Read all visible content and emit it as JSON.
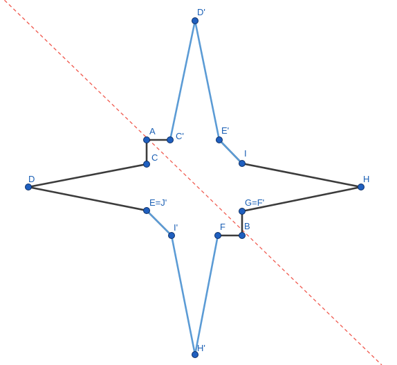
{
  "colors": {
    "mirror_line": "#f05a4f",
    "original_polygon": "#3c3c3c",
    "image_polygon": "#5b9bd5",
    "point_fill": "#1f5fbf",
    "point_stroke": "#0d2f66",
    "label": "#1a5fb4"
  },
  "labels": {
    "D_prime": "D'",
    "A": "A",
    "C_prime": "C'",
    "E_prime": "E'",
    "C": "C",
    "I": "I",
    "D": "D",
    "H": "H",
    "G_eq_F_prime": "G=F'",
    "E_eq_J_prime": "E=J'",
    "I_prime": "I'",
    "F": "F",
    "B": "B",
    "H_prime": "H'"
  }
}
